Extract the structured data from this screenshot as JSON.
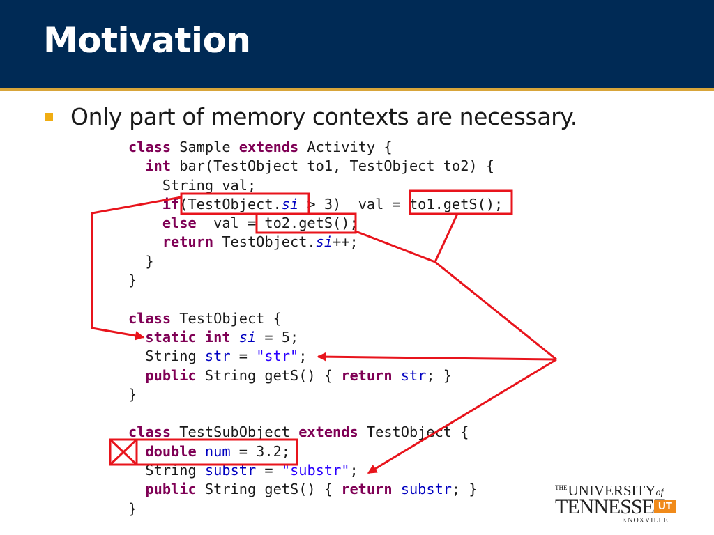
{
  "slide": {
    "title": "Motivation",
    "bullet": "Only part of memory contexts are necessary."
  },
  "code": {
    "lines": [
      [
        [
          "kw",
          "class"
        ],
        [
          "t",
          " Sample "
        ],
        [
          "kw",
          "extends"
        ],
        [
          "t",
          " Activity {"
        ]
      ],
      [
        [
          "t",
          "  "
        ],
        [
          "kw",
          "int"
        ],
        [
          "t",
          " bar(TestObject to1, TestObject to2) {"
        ]
      ],
      [
        [
          "t",
          "    String val;"
        ]
      ],
      [
        [
          "t",
          "    "
        ],
        [
          "kw",
          "if"
        ],
        [
          "t",
          "(TestObject."
        ],
        [
          "sfld",
          "si"
        ],
        [
          "t",
          " > 3)  val = to1.getS();"
        ]
      ],
      [
        [
          "t",
          "    "
        ],
        [
          "kw",
          "else"
        ],
        [
          "t",
          "  val = to2.getS();"
        ]
      ],
      [
        [
          "t",
          "    "
        ],
        [
          "kw",
          "return"
        ],
        [
          "t",
          " TestObject."
        ],
        [
          "sfld",
          "si"
        ],
        [
          "t",
          "++;"
        ]
      ],
      [
        [
          "t",
          "  }"
        ]
      ],
      [
        [
          "t",
          "}"
        ]
      ],
      [
        [
          "t",
          ""
        ]
      ],
      [
        [
          "kw",
          "class"
        ],
        [
          "t",
          " TestObject {"
        ]
      ],
      [
        [
          "t",
          "  "
        ],
        [
          "kw",
          "static"
        ],
        [
          "t",
          " "
        ],
        [
          "kw",
          "int"
        ],
        [
          "t",
          " "
        ],
        [
          "sfld",
          "si"
        ],
        [
          "t",
          " = 5;"
        ]
      ],
      [
        [
          "t",
          "  String "
        ],
        [
          "fld",
          "str"
        ],
        [
          "t",
          " = "
        ],
        [
          "strlit",
          "\"str\""
        ],
        [
          "t",
          ";"
        ]
      ],
      [
        [
          "t",
          "  "
        ],
        [
          "kw",
          "public"
        ],
        [
          "t",
          " String getS() { "
        ],
        [
          "kw",
          "return"
        ],
        [
          "t",
          " "
        ],
        [
          "fld",
          "str"
        ],
        [
          "t",
          "; }"
        ]
      ],
      [
        [
          "t",
          "}"
        ]
      ],
      [
        [
          "t",
          ""
        ]
      ],
      [
        [
          "kw",
          "class"
        ],
        [
          "t",
          " TestSubObject "
        ],
        [
          "kw",
          "extends"
        ],
        [
          "t",
          " TestObject {"
        ]
      ],
      [
        [
          "t",
          "  "
        ],
        [
          "kw",
          "double"
        ],
        [
          "t",
          " "
        ],
        [
          "fld",
          "num"
        ],
        [
          "t",
          " = 3.2;"
        ]
      ],
      [
        [
          "t",
          "  String "
        ],
        [
          "fld",
          "substr"
        ],
        [
          "t",
          " = "
        ],
        [
          "strlit",
          "\"substr\""
        ],
        [
          "t",
          ";"
        ]
      ],
      [
        [
          "t",
          "  "
        ],
        [
          "kw",
          "public"
        ],
        [
          "t",
          " String getS() { "
        ],
        [
          "kw",
          "return"
        ],
        [
          "t",
          " "
        ],
        [
          "fld",
          "substr"
        ],
        [
          "t",
          "; }"
        ]
      ],
      [
        [
          "t",
          "}"
        ]
      ]
    ]
  },
  "annotation_color": "#e8141c",
  "logo": {
    "the": "THE",
    "university": "UNIVERSITY",
    "of": "of",
    "name": "TENNESSEE",
    "mark": "UT",
    "city": "KNOXVILLE"
  },
  "colors": {
    "header_bg": "#002a55",
    "header_rule": "#d8a53a",
    "bullet": "#f0ad12",
    "keyword": "#7f0055",
    "field": "#0000c0",
    "string": "#2a00ff"
  }
}
